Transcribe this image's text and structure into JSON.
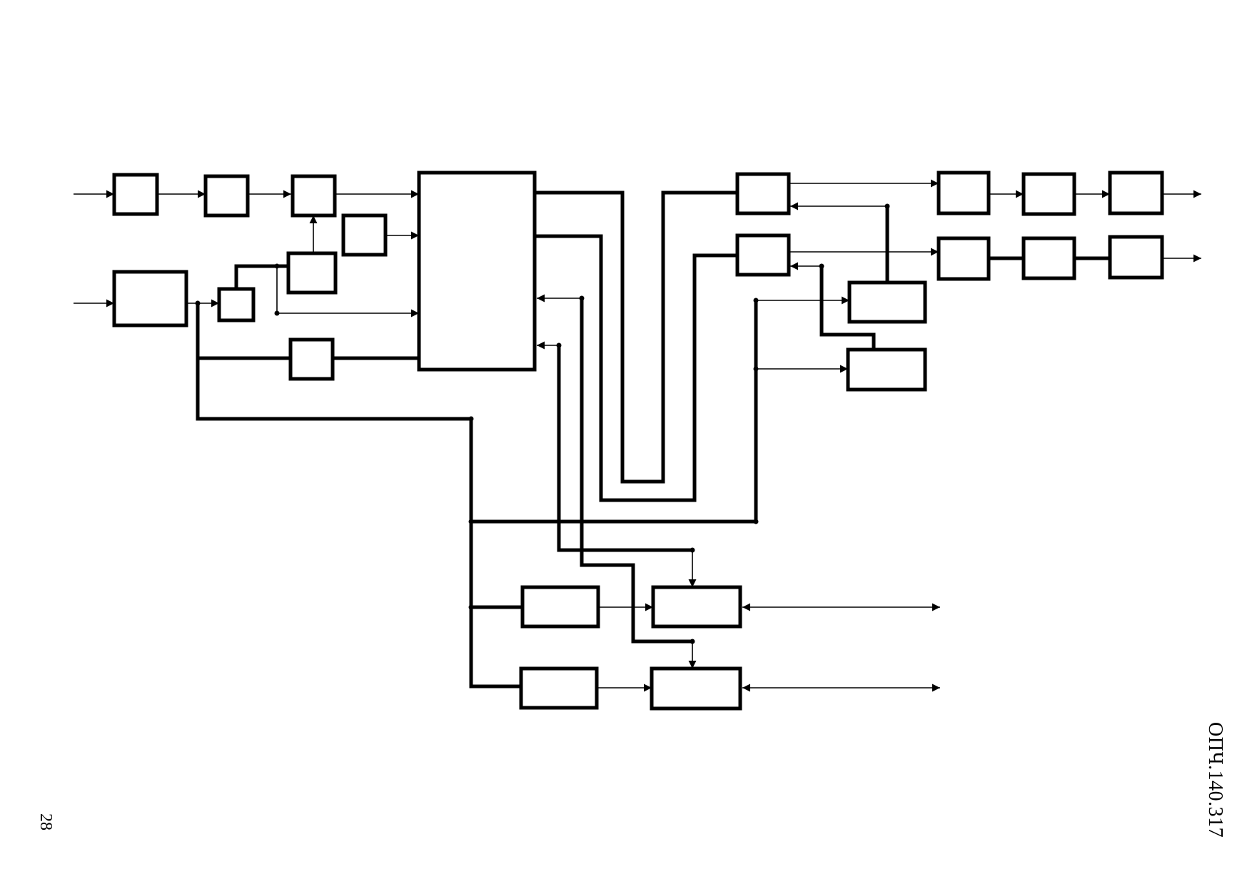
{
  "document": {
    "page_number": "28",
    "doc_code": "ОПЧ.140.317"
  },
  "diagram": {
    "kind": "block-diagram",
    "blocks_unlabeled": true
  }
}
